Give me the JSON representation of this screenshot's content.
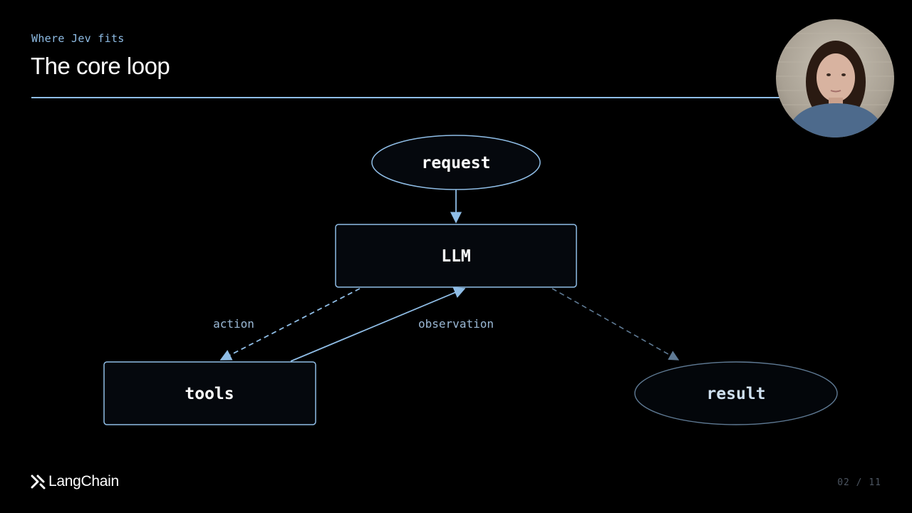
{
  "slide": {
    "eyebrow": "Where Jev fits",
    "title": "The core loop"
  },
  "diagram": {
    "nodes": {
      "request": "request",
      "llm": "LLM",
      "tools": "tools",
      "result": "result"
    },
    "edges": {
      "action": "action",
      "observation": "observation"
    }
  },
  "footer": {
    "brand": "LangChain",
    "page": "02 / 11"
  },
  "colors": {
    "background": "#000000",
    "accent": "#8fbde6",
    "node_fill": "#05080d"
  },
  "icons": {
    "brand_logo": "langchain-logo-icon",
    "presenter": "presenter-video-avatar"
  }
}
